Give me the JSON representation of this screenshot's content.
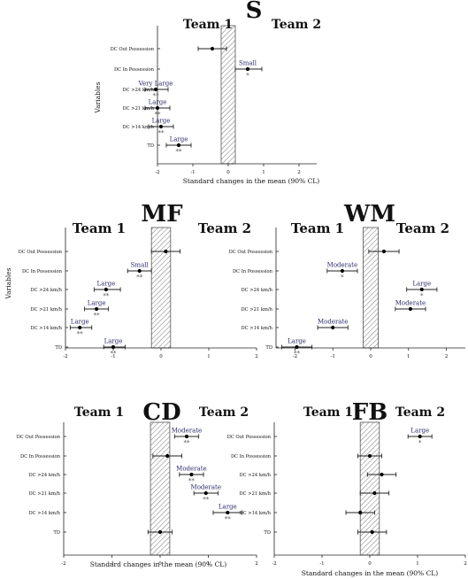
{
  "stats_labels": {
    "significance": "*",
    "significance_strong": "**"
  },
  "colors": {
    "text": "#111111",
    "effect_label": "#2b2b6b",
    "band_stroke": "#555555",
    "axis": "#222222"
  },
  "chart_data": [
    {
      "type": "forest",
      "panel_title": "S",
      "team_left": "Team 1",
      "team_right": "Team 2",
      "ylabel": "Variables",
      "xlabel": "Standard changes in the mean (90% CL)",
      "xlim": [
        -2,
        2.5
      ],
      "xticks": [
        -2,
        -1,
        0,
        1,
        2
      ],
      "trivial_band": [
        -0.2,
        0.2
      ],
      "rows": [
        {
          "variable": "DC Out Possession",
          "mean": -0.45,
          "ci": [
            -0.85,
            -0.05
          ],
          "effect": "",
          "sig": ""
        },
        {
          "variable": "DC In Possession",
          "mean": 0.55,
          "ci": [
            0.2,
            0.95
          ],
          "effect": "Small",
          "sig": "*"
        },
        {
          "variable": "DC >24 km/h",
          "mean": -2.05,
          "ci": [
            -2.35,
            -1.7
          ],
          "effect": "Very Large",
          "sig": "**"
        },
        {
          "variable": "DC >21 km/h",
          "mean": -2.0,
          "ci": [
            -2.35,
            -1.65
          ],
          "effect": "Large",
          "sig": "**"
        },
        {
          "variable": "DC >14 km/h",
          "mean": -1.9,
          "ci": [
            -2.25,
            -1.55
          ],
          "effect": "Large",
          "sig": "**"
        },
        {
          "variable": "TD",
          "mean": -1.4,
          "ci": [
            -1.75,
            -1.05
          ],
          "effect": "Large",
          "sig": "**"
        }
      ]
    },
    {
      "type": "forest",
      "panel_title": "MF",
      "team_left": "Team 1",
      "team_right": "Team 2",
      "ylabel": "Variables",
      "xlabel": "",
      "xlim": [
        -2,
        2
      ],
      "xticks": [
        -2,
        -1,
        0,
        1,
        2
      ],
      "trivial_band": [
        -0.2,
        0.2
      ],
      "rows": [
        {
          "variable": "DC Out Possession",
          "mean": 0.1,
          "ci": [
            -0.2,
            0.4
          ],
          "effect": "",
          "sig": ""
        },
        {
          "variable": "DC In Possession",
          "mean": -0.45,
          "ci": [
            -0.7,
            -0.2
          ],
          "effect": "Small",
          "sig": "**"
        },
        {
          "variable": "DC >24 km/h",
          "mean": -1.15,
          "ci": [
            -1.4,
            -0.85
          ],
          "effect": "Large",
          "sig": "**"
        },
        {
          "variable": "DC >21 km/h",
          "mean": -1.35,
          "ci": [
            -1.6,
            -1.1
          ],
          "effect": "Large",
          "sig": "**"
        },
        {
          "variable": "DC >14 km/h",
          "mean": -1.7,
          "ci": [
            -1.9,
            -1.45
          ],
          "effect": "Large",
          "sig": "**"
        },
        {
          "variable": "TD",
          "mean": -1.0,
          "ci": [
            -1.2,
            -0.75
          ],
          "effect": "Large",
          "sig": "**"
        }
      ]
    },
    {
      "type": "forest",
      "panel_title": "WM",
      "team_left": "Team 1",
      "team_right": "Team 2",
      "ylabel": "",
      "xlabel": "",
      "xlim": [
        -2.5,
        2.5
      ],
      "xticks": [
        -2,
        -1,
        0,
        1,
        2
      ],
      "trivial_band": [
        -0.2,
        0.2
      ],
      "rows": [
        {
          "variable": "DC Out Possession",
          "mean": 0.35,
          "ci": [
            -0.05,
            0.75
          ],
          "effect": "",
          "sig": ""
        },
        {
          "variable": "DC In Possession",
          "mean": -0.75,
          "ci": [
            -1.15,
            -0.35
          ],
          "effect": "Moderate",
          "sig": "*"
        },
        {
          "variable": "DC >24 km/h",
          "mean": 1.35,
          "ci": [
            0.95,
            1.75
          ],
          "effect": "Large",
          "sig": "*"
        },
        {
          "variable": "DC >21 km/h",
          "mean": 1.05,
          "ci": [
            0.65,
            1.45
          ],
          "effect": "Moderate",
          "sig": ""
        },
        {
          "variable": "DC >14 km/h",
          "mean": -1.0,
          "ci": [
            -1.4,
            -0.6
          ],
          "effect": "Moderate",
          "sig": ""
        },
        {
          "variable": "TD",
          "mean": -1.95,
          "ci": [
            -2.35,
            -1.55
          ],
          "effect": "Large",
          "sig": "**"
        }
      ]
    },
    {
      "type": "forest",
      "panel_title": "CD",
      "team_left": "Team 1",
      "team_right": "Team 2",
      "ylabel": "",
      "xlabel": "Standard changes in the mean (90% CL)",
      "xlim": [
        -2,
        2
      ],
      "xticks": [
        -2,
        -1,
        0,
        1,
        2
      ],
      "trivial_band": [
        -0.2,
        0.2
      ],
      "rows": [
        {
          "variable": "DC Out Possession",
          "mean": 0.55,
          "ci": [
            0.3,
            0.8
          ],
          "effect": "Moderate",
          "sig": "**"
        },
        {
          "variable": "DC In Possession",
          "mean": 0.15,
          "ci": [
            -0.15,
            0.45
          ],
          "effect": "",
          "sig": ""
        },
        {
          "variable": "DC >24 km/h",
          "mean": 0.65,
          "ci": [
            0.4,
            0.9
          ],
          "effect": "Moderate",
          "sig": "**"
        },
        {
          "variable": "DC >21 km/h",
          "mean": 0.95,
          "ci": [
            0.7,
            1.2
          ],
          "effect": "Moderate",
          "sig": "**"
        },
        {
          "variable": "DC >14 km/h",
          "mean": 1.4,
          "ci": [
            1.1,
            1.7
          ],
          "effect": "Large",
          "sig": "**"
        },
        {
          "variable": "TD",
          "mean": 0.0,
          "ci": [
            -0.25,
            0.25
          ],
          "effect": "",
          "sig": ""
        }
      ]
    },
    {
      "type": "forest",
      "panel_title": "FB",
      "team_left": "Team 1",
      "team_right": "Team 2",
      "ylabel": "",
      "xlabel": "Standard changes in the mean (90% CL)",
      "xlim": [
        -2,
        2
      ],
      "xticks": [
        -2,
        -1,
        0,
        1,
        2
      ],
      "trivial_band": [
        -0.2,
        0.2
      ],
      "rows": [
        {
          "variable": "DC Out Possession",
          "mean": 1.05,
          "ci": [
            0.8,
            1.3
          ],
          "effect": "Large",
          "sig": "*"
        },
        {
          "variable": "DC In Possession",
          "mean": 0.0,
          "ci": [
            -0.25,
            0.25
          ],
          "effect": "",
          "sig": ""
        },
        {
          "variable": "DC >24 km/h",
          "mean": 0.25,
          "ci": [
            -0.05,
            0.55
          ],
          "effect": "",
          "sig": ""
        },
        {
          "variable": "DC >21 km/h",
          "mean": 0.1,
          "ci": [
            -0.2,
            0.4
          ],
          "effect": "",
          "sig": ""
        },
        {
          "variable": "DC >14 km/h",
          "mean": -0.2,
          "ci": [
            -0.5,
            0.1
          ],
          "effect": "",
          "sig": ""
        },
        {
          "variable": "TD",
          "mean": 0.05,
          "ci": [
            -0.25,
            0.35
          ],
          "effect": "",
          "sig": ""
        }
      ]
    }
  ]
}
